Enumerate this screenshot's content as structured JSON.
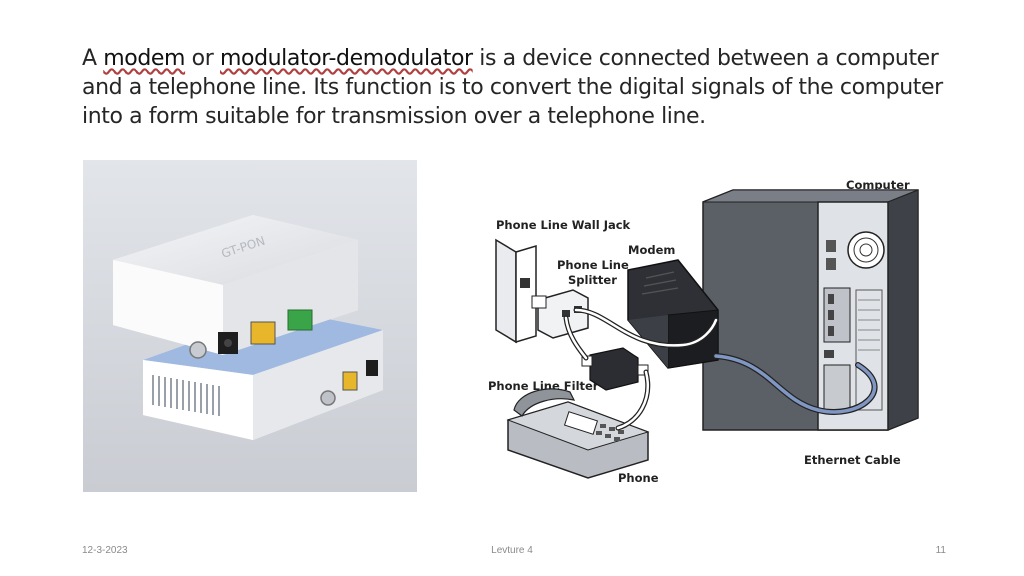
{
  "body": {
    "p1": "A ",
    "k1": "modem",
    "p2": " or ",
    "k2": "modulator-demodulator",
    "p3": " is a device connected between a computer and a telephone line. Its function is to convert the digital signals of the computer into a form suitable for transmission over a telephone line."
  },
  "photo": {
    "logo_text": "GT-PON"
  },
  "diagram": {
    "computer": "Computer",
    "wall_jack": "Phone Line Wall Jack",
    "modem": "Modem",
    "splitter_1": "Phone Line",
    "splitter_2": "Splitter",
    "filter": "Phone Line Filter",
    "ethernet": "Ethernet Cable",
    "phone": "Phone"
  },
  "footer": {
    "date": "12-3-2023",
    "lecture": "Levture 4",
    "page": "11"
  },
  "colors": {
    "cable_blue": "#7f97c2",
    "accent_blue": "#9fb9e0",
    "rj45_yellow": "#e8b62a",
    "rj11_green": "#3aa548"
  }
}
